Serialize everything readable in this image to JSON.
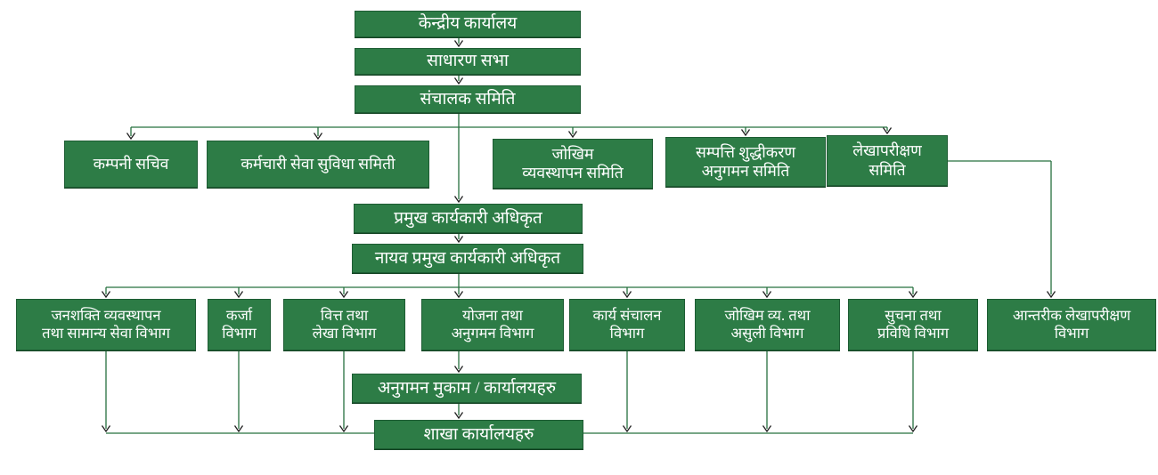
{
  "nodes": {
    "central_office": {
      "label": "केन्द्रीय कार्यालय"
    },
    "general_assembly": {
      "label": "साधारण सभा"
    },
    "board_of_directors": {
      "label": "संचालक समिति"
    },
    "company_secretary": {
      "label": "कम्पनी सचिव"
    },
    "staff_service_committee": {
      "label": "कर्मचारी सेवा सुविधा समिती"
    },
    "risk_management_committee": {
      "label": "जोखिम\nव्यवस्थापन समिति"
    },
    "aml_monitoring_committee": {
      "label": "सम्पत्ति शुद्धीकरण\nअनुगमन समिति"
    },
    "audit_committee": {
      "label": "लेखापरीक्षण\nसमिति"
    },
    "ceo": {
      "label": "प्रमुख कार्यकारी अधिकृत"
    },
    "deputy_ceo": {
      "label": "नायव प्रमुख कार्यकारी अधिकृत"
    },
    "hr_general_service_dept": {
      "label": "जनशक्ति व्यवस्थापन\nतथा सामान्य सेवा विभाग"
    },
    "loan_dept": {
      "label": "कर्जा\nविभाग"
    },
    "finance_accounts_dept": {
      "label": "वित्त तथा\nलेखा विभाग"
    },
    "planning_monitoring_dept": {
      "label": "योजना तथा\nअनुगमन विभाग"
    },
    "operations_dept": {
      "label": "कार्य संचालन\nविभाग"
    },
    "risk_recovery_dept": {
      "label": "जोखिम व्य. तथा\nअसुली विभाग"
    },
    "it_dept": {
      "label": "सुचना तथा\nप्रविधि विभाग"
    },
    "internal_audit_dept": {
      "label": "आन्तरीक लेखापरीक्षण\nविभाग"
    },
    "monitoring_offices": {
      "label": "अनुगमन मुकाम / कार्यालयहरु"
    },
    "branch_offices": {
      "label": "शाखा कार्यालयहरु"
    }
  },
  "edges": [
    {
      "from": "central_office",
      "to": "general_assembly"
    },
    {
      "from": "general_assembly",
      "to": "board_of_directors"
    },
    {
      "from": "board_of_directors",
      "to": "company_secretary"
    },
    {
      "from": "board_of_directors",
      "to": "staff_service_committee"
    },
    {
      "from": "board_of_directors",
      "to": "risk_management_committee"
    },
    {
      "from": "board_of_directors",
      "to": "aml_monitoring_committee"
    },
    {
      "from": "board_of_directors",
      "to": "audit_committee"
    },
    {
      "from": "board_of_directors",
      "to": "ceo"
    },
    {
      "from": "ceo",
      "to": "deputy_ceo"
    },
    {
      "from": "deputy_ceo",
      "to": "hr_general_service_dept"
    },
    {
      "from": "deputy_ceo",
      "to": "loan_dept"
    },
    {
      "from": "deputy_ceo",
      "to": "finance_accounts_dept"
    },
    {
      "from": "deputy_ceo",
      "to": "planning_monitoring_dept"
    },
    {
      "from": "deputy_ceo",
      "to": "operations_dept"
    },
    {
      "from": "deputy_ceo",
      "to": "risk_recovery_dept"
    },
    {
      "from": "deputy_ceo",
      "to": "it_dept"
    },
    {
      "from": "audit_committee",
      "to": "internal_audit_dept"
    },
    {
      "from": "planning_monitoring_dept",
      "to": "monitoring_offices"
    },
    {
      "from": "monitoring_offices",
      "to": "branch_offices"
    },
    {
      "from": "hr_general_service_dept",
      "to": "branch_offices"
    },
    {
      "from": "loan_dept",
      "to": "branch_offices"
    },
    {
      "from": "finance_accounts_dept",
      "to": "branch_offices"
    },
    {
      "from": "operations_dept",
      "to": "branch_offices"
    },
    {
      "from": "risk_recovery_dept",
      "to": "branch_offices"
    },
    {
      "from": "it_dept",
      "to": "branch_offices"
    }
  ],
  "colors": {
    "box_fill": "#2d7c46",
    "box_border": "#1d5c33",
    "text": "#ffffff",
    "line": "#26713e",
    "arrowhead": "#1f1f1f",
    "background": "#ffffff"
  }
}
